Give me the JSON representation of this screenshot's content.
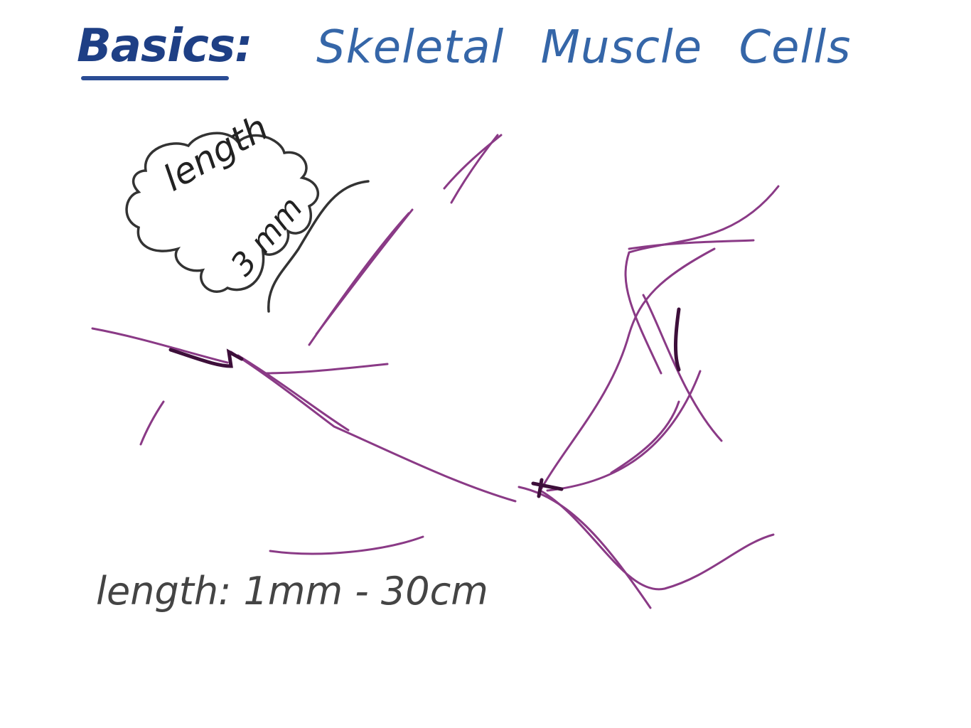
{
  "title": {
    "label": "Basics:",
    "heading": "Skeletal Muscle Cells"
  },
  "callout": {
    "word": "length",
    "value": "3 mm"
  },
  "caption": "length: 1mm - 30cm",
  "colors": {
    "title": "#1e3f85",
    "heading": "#3566a8",
    "fiber": "#8a3a86",
    "fiber_dark": "#3d0f3a",
    "ink": "#333333"
  }
}
